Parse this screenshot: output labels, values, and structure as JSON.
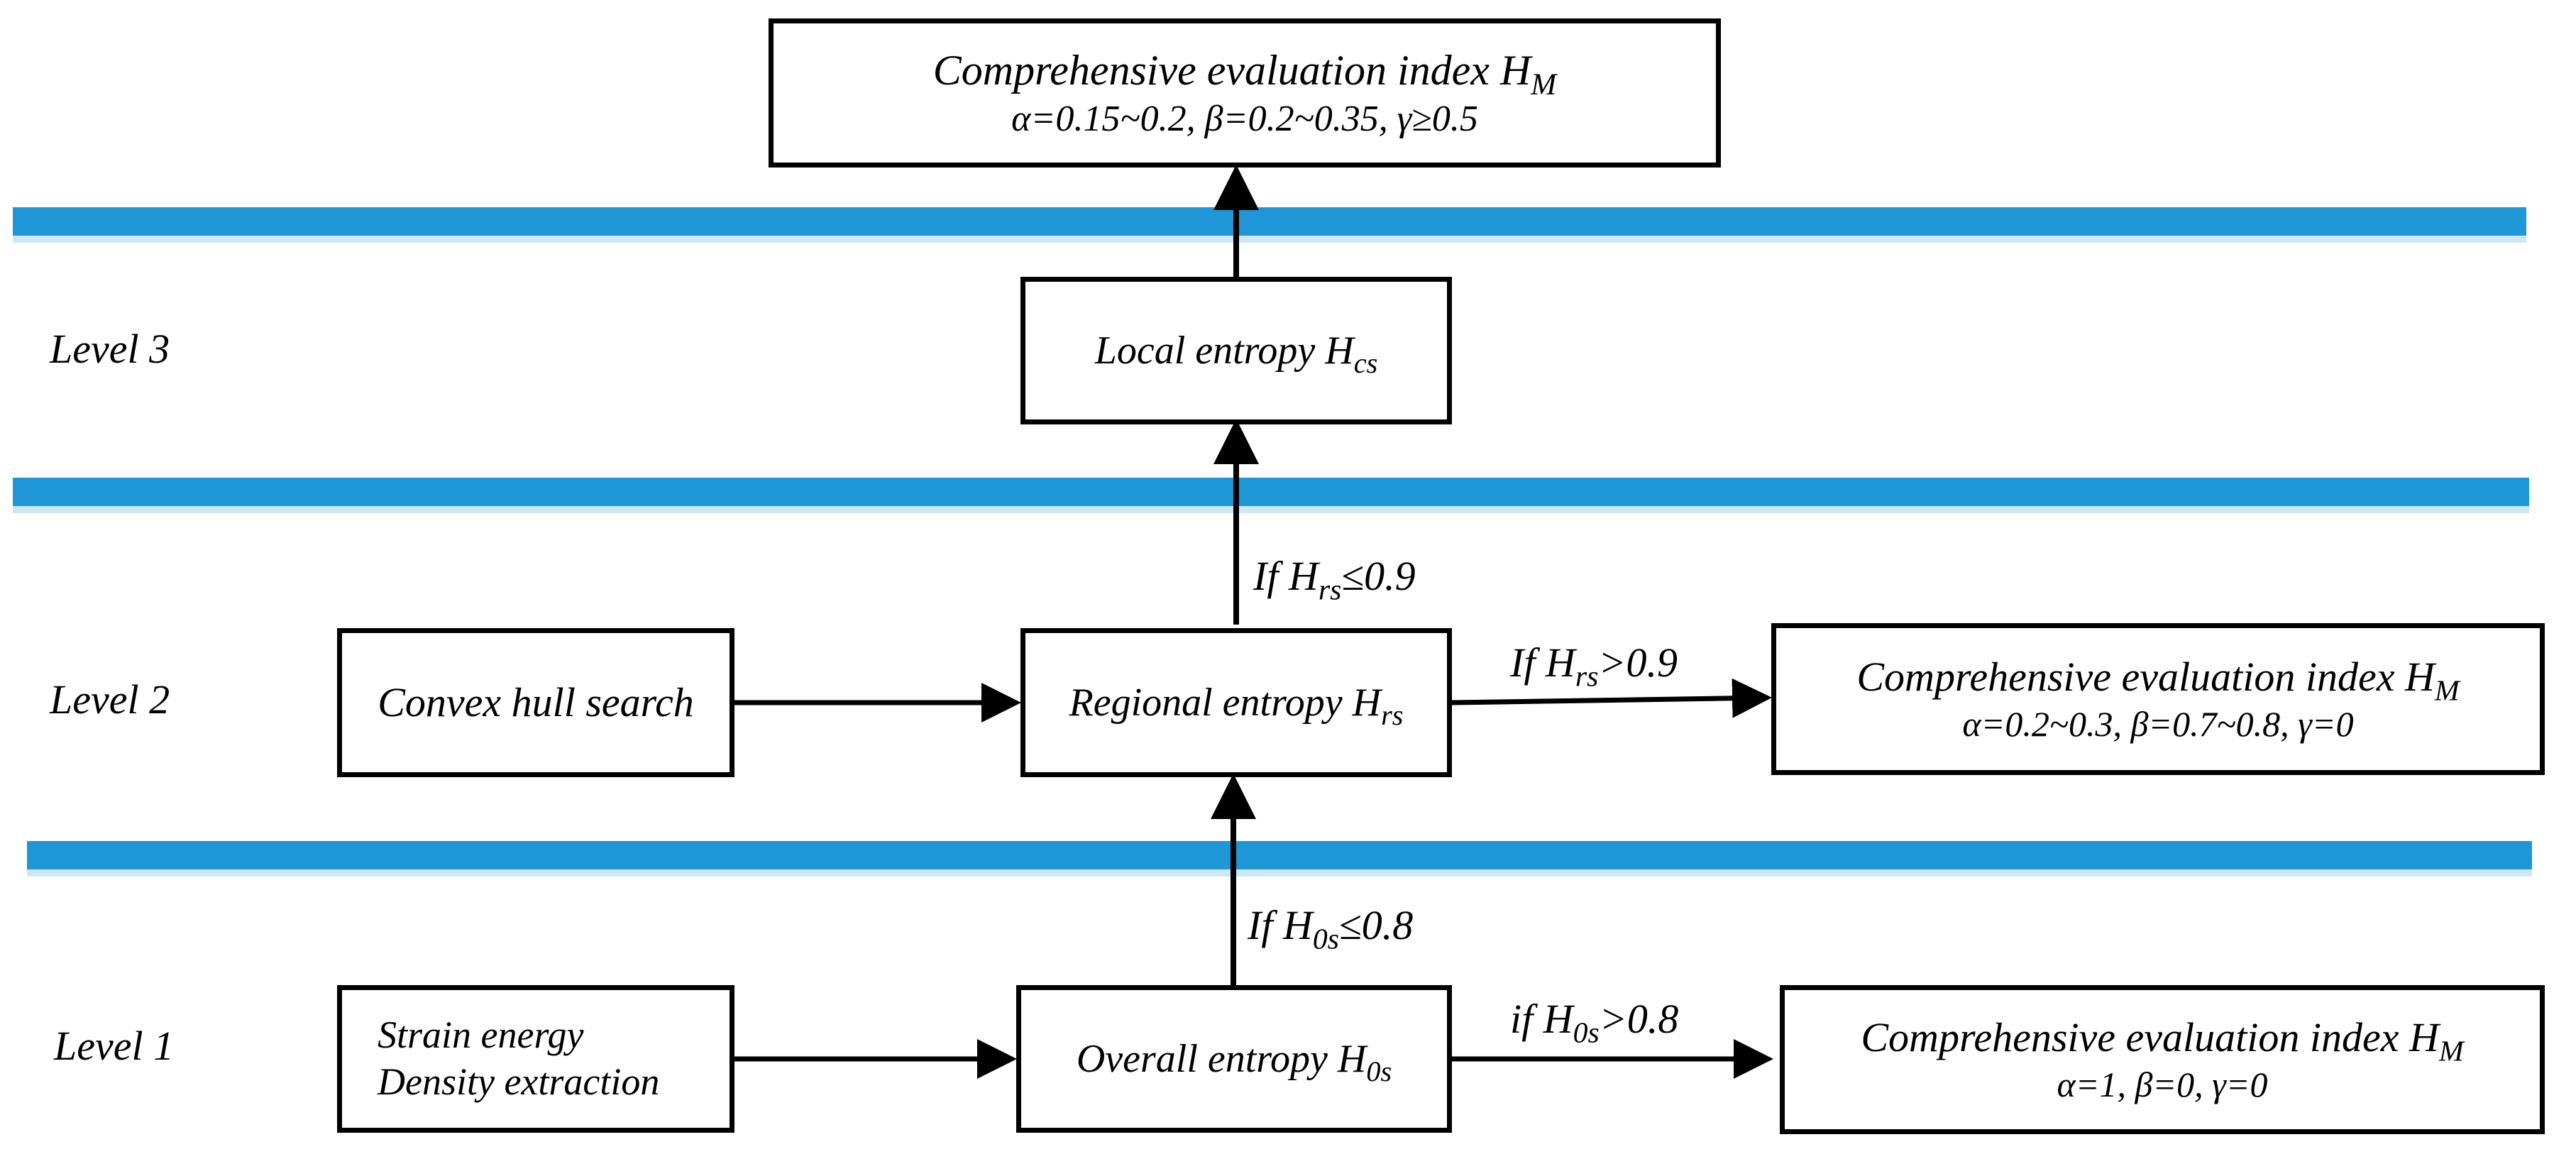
{
  "levels": {
    "level3": "Level 3",
    "level2": "Level 2",
    "level1": "Level 1"
  },
  "top_box": {
    "title_text": "Comprehensive evaluation index H",
    "title_sub": "M",
    "params": "α=0.15~0.2, β=0.2~0.35, γ≥0.5"
  },
  "local_entropy": {
    "text": "Local entropy H",
    "sub": "cs"
  },
  "convex_hull": {
    "text": "Convex hull search"
  },
  "regional_entropy": {
    "text": "Regional entropy H",
    "sub": "rs"
  },
  "right_box_level2": {
    "title_text": "Comprehensive evaluation index H",
    "title_sub": "M",
    "params": "α=0.2~0.3, β=0.7~0.8, γ=0"
  },
  "strain_energy": {
    "line1": "Strain energy",
    "line2": "Density extraction"
  },
  "overall_entropy": {
    "text": "Overall entropy H",
    "sub": "0s"
  },
  "right_box_level1": {
    "title_text": "Comprehensive evaluation index H",
    "title_sub": "M",
    "params": "α=1, β=0, γ=0"
  },
  "conditions": {
    "hrs_le": {
      "prefix": "If H",
      "sub": "rs",
      "suffix": "≤0.9"
    },
    "hrs_gt": {
      "prefix": "If H",
      "sub": "rs",
      "suffix": ">0.9"
    },
    "h0s_le": {
      "prefix": "If H",
      "sub": "0s",
      "suffix": "≤0.8"
    },
    "h0s_gt": {
      "prefix": "if H",
      "sub": "0s",
      "suffix": ">0.8"
    }
  },
  "colors": {
    "lane_bar": "#1f97d6",
    "lane_bar_shadow": "#cfe7f5",
    "stroke": "#000000"
  }
}
